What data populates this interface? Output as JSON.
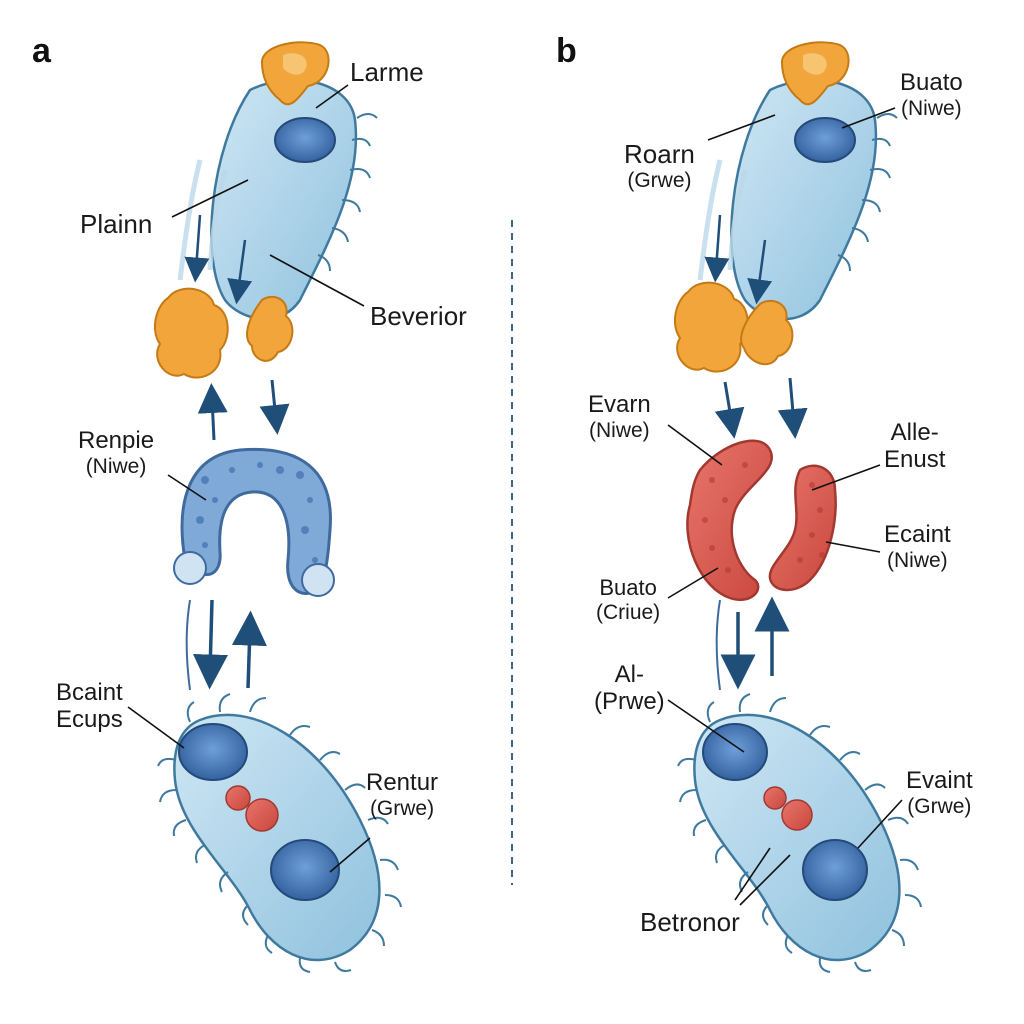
{
  "panels": {
    "a": {
      "letter": "a",
      "labels": {
        "larme": "Larme",
        "plainn": "Plainn",
        "beverior": "Beverior",
        "renpie": "Renpie",
        "renpie_sub": "(Niwe)",
        "bcaint_1": "Bcaint",
        "bcaint_2": "Ecups",
        "rentur": "Rentur",
        "rentur_sub": "(Grwe)"
      }
    },
    "b": {
      "letter": "b",
      "labels": {
        "buato_top": "Buato",
        "buato_top_sub": "(Niwe)",
        "roarn": "Roarn",
        "roarn_sub": "(Grwe)",
        "evarn": "Evarn",
        "evarn_sub": "(Niwe)",
        "alle_1": "Alle-",
        "alle_2": "Enust",
        "ecaint": "Ecaint",
        "ecaint_sub": "(Niwe)",
        "buato_bottom": "Buato",
        "buato_bottom_sub": "(Criue)",
        "al_1": "Al-",
        "al_2": "(Prwe)",
        "evaint": "Evaint",
        "evaint_sub": "(Grwe)",
        "betronor": "Betronor"
      }
    }
  },
  "colors": {
    "cell_body": "#a9d3ea",
    "cell_outline": "#3f7a9e",
    "nucleus": "#3f6fb0",
    "orange_particle": "#f2a53a",
    "red_organelle": "#d9534a",
    "arrow": "#1f4e79",
    "divider": "#3a6a8a"
  }
}
